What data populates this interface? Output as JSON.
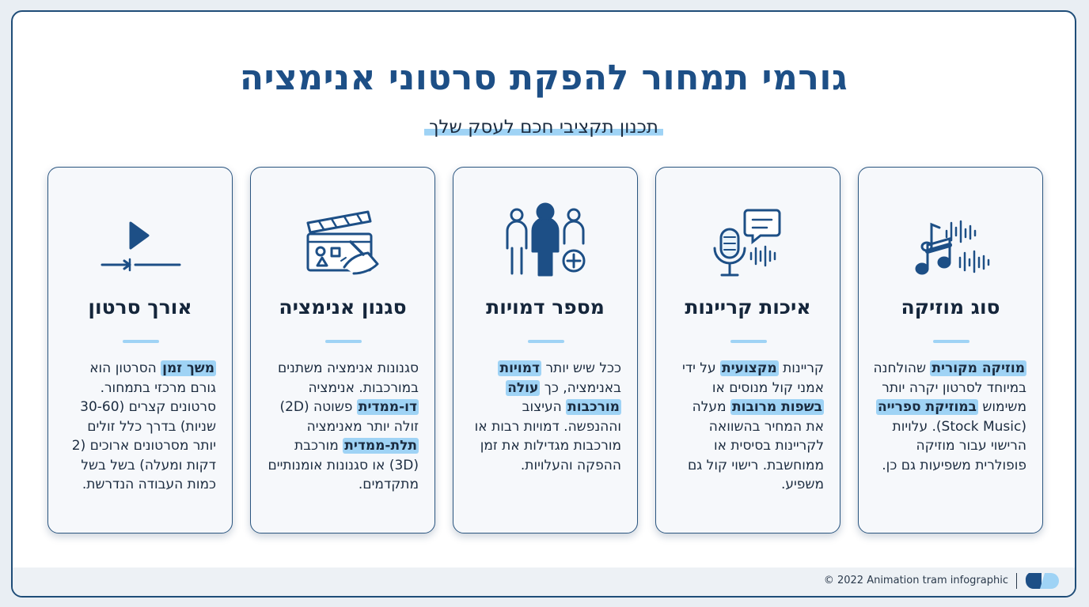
{
  "header": {
    "title": "גורמי תמחור להפקת סרטוני אנימציה",
    "subtitle": "תכנון תקציבי חכם לעסק שלך"
  },
  "cards": [
    {
      "icon": "music-icon",
      "heading": "סוג מוזיקה",
      "body": [
        {
          "t": "מוזיקה מקורית",
          "hl": true
        },
        {
          "t": " שהולחנה במיוחד לסרטון יקרה יותר משימוש ",
          "hl": false
        },
        {
          "t": "במוזיקת ספרייה",
          "hl": true
        },
        {
          "t": " (Stock Music). עלויות הרישוי עבור מוזיקה פופולרית משפיעות גם כן.",
          "hl": false
        }
      ]
    },
    {
      "icon": "microphone-icon",
      "heading": "איכות קריינות",
      "body": [
        {
          "t": "קריינות ",
          "hl": false
        },
        {
          "t": "מקצועית",
          "hl": true
        },
        {
          "t": " על ידי אמני קול מנוסים או ",
          "hl": false
        },
        {
          "t": "בשפות מרובות",
          "hl": true
        },
        {
          "t": " מעלה את המחיר בהשוואה לקריינות בסיסית או ממוחשבת. רישוי קול גם משפיע.",
          "hl": false
        }
      ]
    },
    {
      "icon": "characters-icon",
      "heading": "מספר דמויות",
      "body": [
        {
          "t": "ככל שיש יותר ",
          "hl": false
        },
        {
          "t": "דמויות",
          "hl": true
        },
        {
          "t": " באנימציה, כך ",
          "hl": false
        },
        {
          "t": "עולה",
          "hl": true
        },
        {
          "t": " ",
          "hl": false
        },
        {
          "t": "מורכבות",
          "hl": true
        },
        {
          "t": " העיצוב וההנפשה. דמויות רבות או מורכבות מגדילות את זמן ההפקה והעלויות.",
          "hl": false
        }
      ]
    },
    {
      "icon": "clapperboard-icon",
      "heading": "סגנון אנימציה",
      "body": [
        {
          "t": "סגנונות אנימציה משתנים במורכבות. אנימציה ",
          "hl": false
        },
        {
          "t": "דו-ממדית",
          "hl": true
        },
        {
          "t": " פשוטה (2D) זולה יותר מאנימציה ",
          "hl": false
        },
        {
          "t": "תלת-ממדית",
          "hl": true
        },
        {
          "t": " מורכבת (3D) או סגנונות אומנותיים מתקדמים.",
          "hl": false
        }
      ]
    },
    {
      "icon": "video-length-icon",
      "heading": "אורך סרטון",
      "body": [
        {
          "t": "משך זמן",
          "hl": true
        },
        {
          "t": " הסרטון הוא גורם מרכזי בתמחור. סרטונים קצרים (30-60 שניות) בדרך כלל זולים יותר מסרטונים ארוכים (2 דקות ומעלה) בשל בשל כמות העבודה הנדרשת.",
          "hl": false
        }
      ]
    }
  ],
  "footer": {
    "copyright": "© 2022 Animation tram infographic"
  },
  "colors": {
    "primary": "#1d4f86",
    "accent": "#9fd3f5",
    "border": "#2b5680"
  }
}
